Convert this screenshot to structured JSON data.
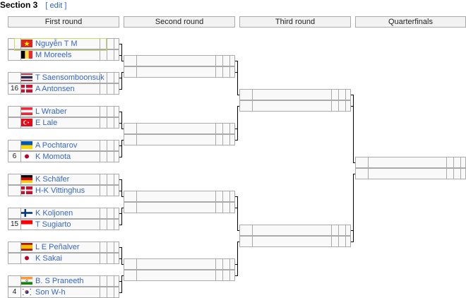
{
  "section": {
    "title": "Section 3",
    "edit_open": "[",
    "edit_label": "edit",
    "edit_close": "]"
  },
  "rounds": [
    "First round",
    "Second round",
    "Third round",
    "Quarterfinals"
  ],
  "first_round": [
    {
      "seed": "",
      "name": "Nguyễn T M",
      "flag": "vietnam-flag"
    },
    {
      "seed": "",
      "name": "M Moreels",
      "flag": "belgium-flag"
    },
    {
      "seed": "",
      "name": "T Saensomboonsuk",
      "flag": "thailand-flag"
    },
    {
      "seed": "16",
      "name": "A Antonsen",
      "flag": "denmark-flag"
    },
    {
      "seed": "",
      "name": "L Wraber",
      "flag": "austria-flag"
    },
    {
      "seed": "",
      "name": "E Lale",
      "flag": "turkey-flag"
    },
    {
      "seed": "",
      "name": "A Pochtarov",
      "flag": "ukraine-flag"
    },
    {
      "seed": "6",
      "name": "K Momota",
      "flag": "japan-flag"
    },
    {
      "seed": "",
      "name": "K Schäfer",
      "flag": "germany-flag"
    },
    {
      "seed": "",
      "name": "H-K Vittinghus",
      "flag": "denmark-flag"
    },
    {
      "seed": "",
      "name": "K Koljonen",
      "flag": "finland-flag"
    },
    {
      "seed": "15",
      "name": "T Sugiarto",
      "flag": "indonesia-flag"
    },
    {
      "seed": "",
      "name": "L E Peñalver",
      "flag": "spain-flag"
    },
    {
      "seed": "",
      "name": "K Sakai",
      "flag": "japan-flag"
    },
    {
      "seed": "",
      "name": "B. S Praneeth",
      "flag": "india-flag"
    },
    {
      "seed": "4",
      "name": "Son W-h",
      "flag": "south-korea-flag"
    }
  ]
}
